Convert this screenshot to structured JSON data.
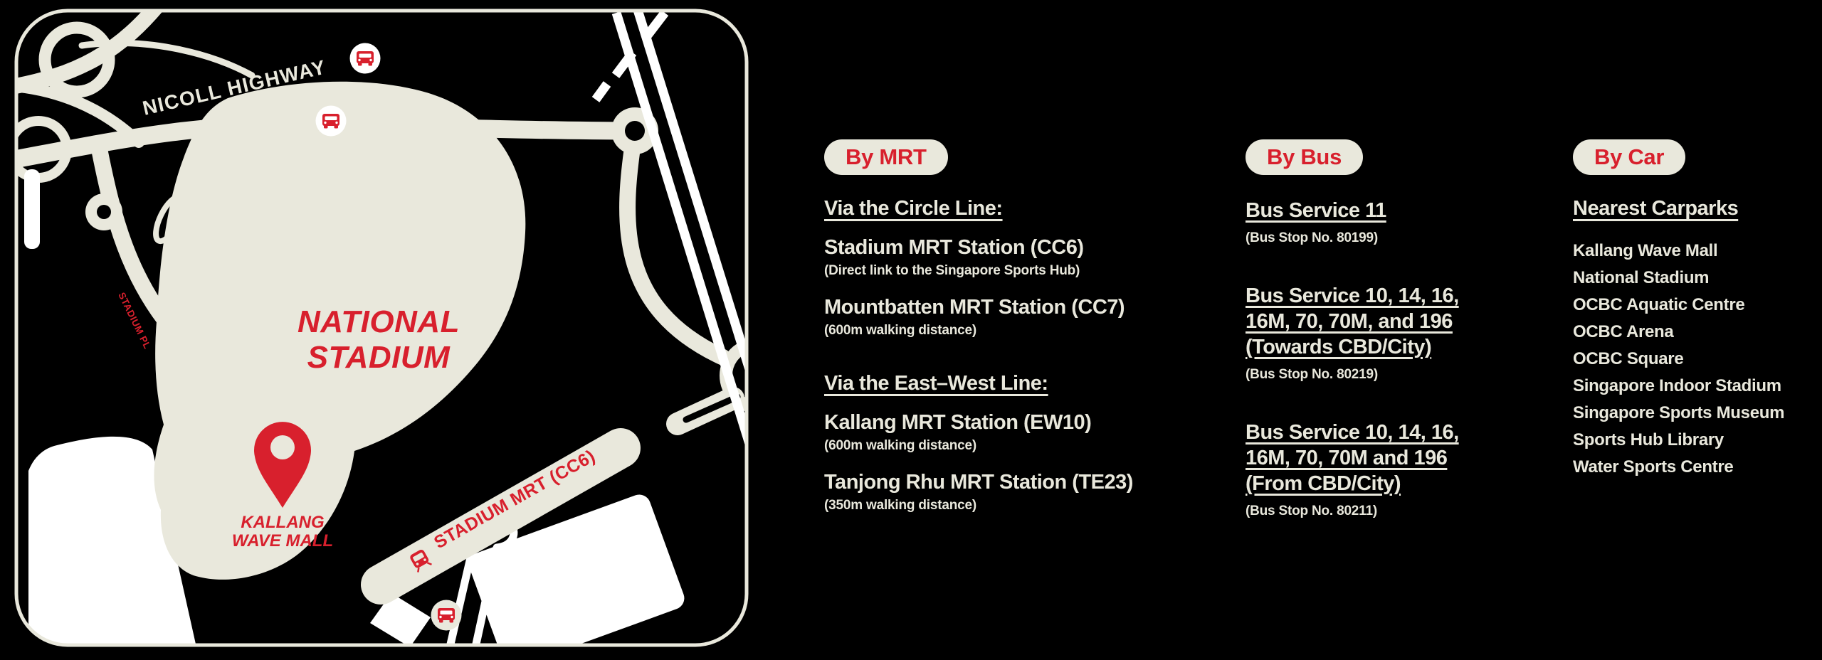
{
  "colors": {
    "background": "#000000",
    "cream": "#e9e8dc",
    "red": "#d8202d",
    "white": "#ffffff"
  },
  "map": {
    "highway_label": "NICOLL HIGHWAY",
    "stadium_line1": "NATIONAL",
    "stadium_line2": "STADIUM",
    "pin_line1": "KALLANG",
    "pin_line2": "WAVE MALL",
    "mrt_band_label": "STADIUM MRT (CC6)",
    "road_label": "STADIUM PL"
  },
  "mrt": {
    "pill": "By MRT",
    "groups": [
      {
        "heading": "Via the Circle Line:",
        "items": [
          {
            "title": "Stadium MRT Station (CC6)",
            "note": "(Direct link to the Singapore Sports Hub)"
          },
          {
            "title": "Mountbatten MRT Station (CC7)",
            "note": "(600m walking distance)"
          }
        ]
      },
      {
        "heading": "Via the East–West Line:",
        "items": [
          {
            "title": "Kallang MRT Station (EW10)",
            "note": "(600m walking distance)"
          },
          {
            "title": "Tanjong Rhu MRT Station (TE23)",
            "note": "(350m walking distance)"
          }
        ]
      }
    ]
  },
  "bus": {
    "pill": "By Bus",
    "services": [
      {
        "heading": "Bus Service 11",
        "note": "(Bus Stop No. 80199)"
      },
      {
        "heading": "Bus Service 10, 14, 16, 16M, 70, 70M, and 196 (Towards CBD/City)",
        "note": "(Bus Stop No. 80219)"
      },
      {
        "heading": "Bus Service 10, 14, 16, 16M, 70, 70M and 196 (From CBD/City)",
        "note": "(Bus Stop No. 80211)"
      }
    ]
  },
  "car": {
    "pill": "By Car",
    "heading": "Nearest Carparks",
    "items": [
      "Kallang Wave Mall",
      "National Stadium",
      "OCBC Aquatic Centre",
      "OCBC Arena",
      "OCBC Square",
      "Singapore Indoor Stadium",
      "Singapore Sports Museum",
      "Sports Hub Library",
      "Water Sports Centre"
    ]
  }
}
